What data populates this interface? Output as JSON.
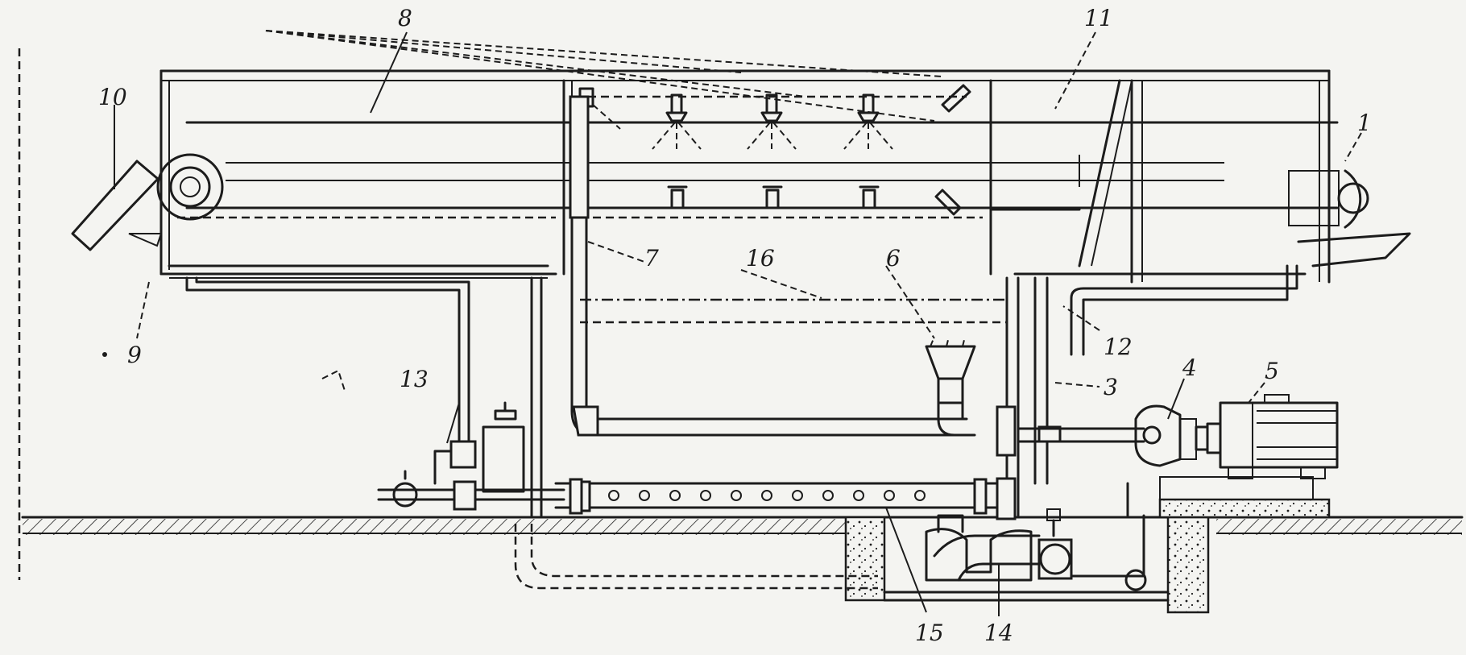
{
  "diagram": {
    "callouts": {
      "c1": "1",
      "c3": "3",
      "c4": "4",
      "c5": "5",
      "c6": "6",
      "c7": "7",
      "c8": "8",
      "c9": "9",
      "c10": "10",
      "c11": "11",
      "c12": "12",
      "c13": "13",
      "c14": "14",
      "c15": "15",
      "c16": "16"
    }
  }
}
